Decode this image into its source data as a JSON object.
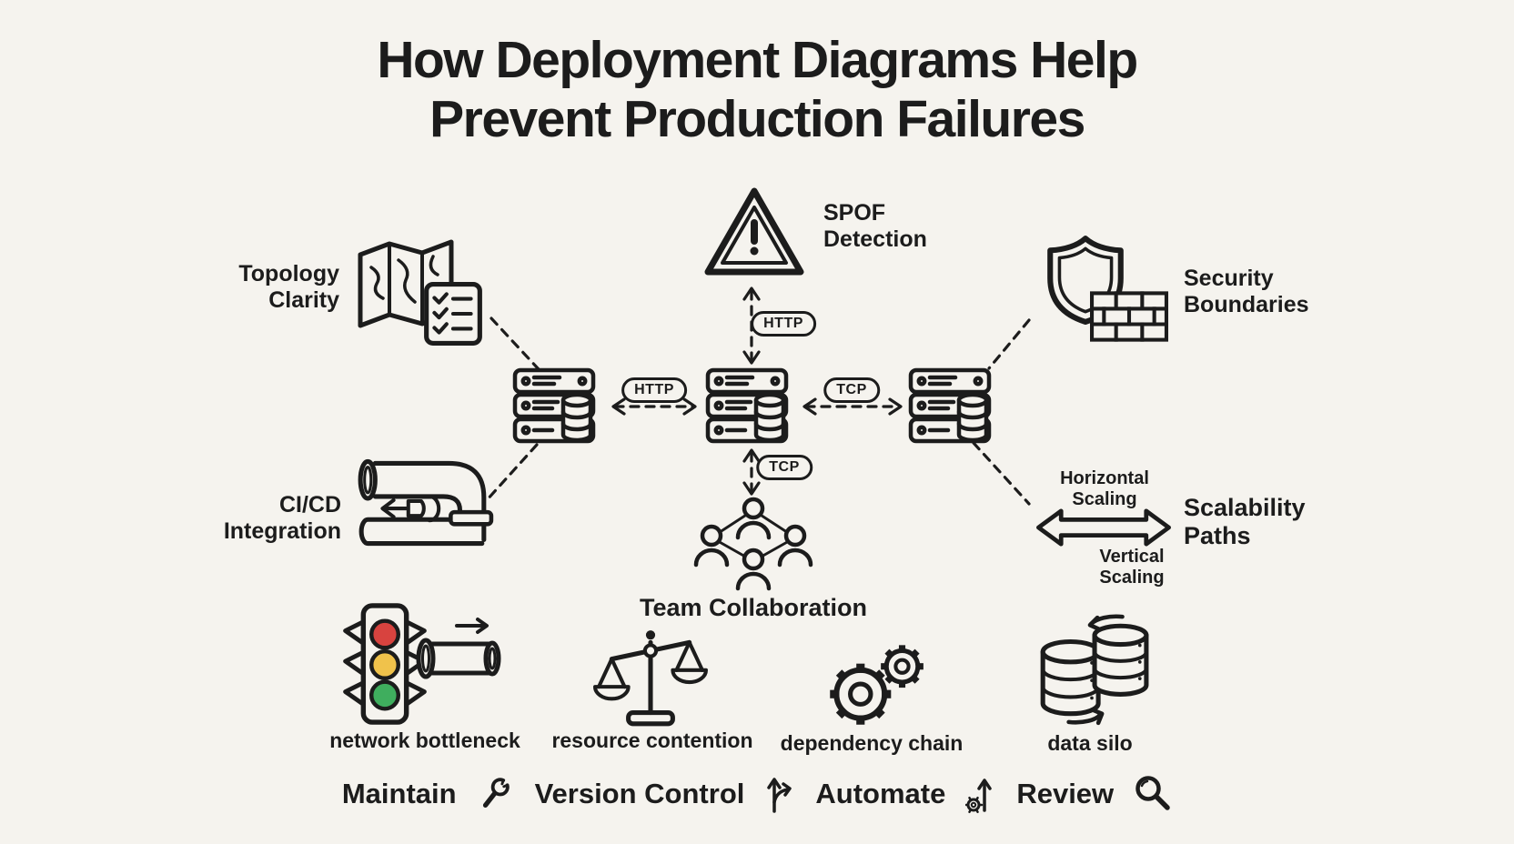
{
  "title": {
    "lines": [
      "How Deployment Diagrams Help",
      "Prevent Production Failures"
    ]
  },
  "connections": {
    "left_protocol": "HTTP",
    "right_protocol": "TCP",
    "top_protocol": "HTTP",
    "bottom_protocol": "TCP"
  },
  "benefits": {
    "topology": {
      "lines": [
        "Topology",
        "Clarity"
      ],
      "icons": [
        "map-icon",
        "checklist-icon"
      ]
    },
    "spof": {
      "lines": [
        "SPOF",
        "Detection"
      ],
      "icons": [
        "warning-triangle-icon"
      ]
    },
    "security": {
      "lines": [
        "Security",
        "Boundaries"
      ],
      "icons": [
        "shield-icon",
        "brick-wall-icon"
      ]
    },
    "cicd": {
      "lines": [
        "CI/CD",
        "Integration"
      ],
      "icons": [
        "pipeline-icon"
      ]
    },
    "team": {
      "label": "Team Collaboration",
      "icons": [
        "team-icon"
      ]
    },
    "scalability": {
      "lines": [
        "Scalability",
        "Paths"
      ],
      "horizontal_label": "Horizontal Scaling",
      "vertical_label": "Vertical Scaling",
      "icons": [
        "double-arrow-icon"
      ]
    }
  },
  "servers": {
    "count": 3,
    "icon": "server-stack-icon"
  },
  "risks": [
    {
      "label": "network bottleneck",
      "icon": "traffic-light-icon"
    },
    {
      "label": "resource contention",
      "icon": "scales-icon"
    },
    {
      "label": "dependency chain",
      "icon": "gears-icon"
    },
    {
      "label": "data silo",
      "icon": "data-silo-icon"
    }
  ],
  "practices": {
    "maintain": "Maintain",
    "version_control": "Version Control",
    "automate": "Automate",
    "review": "Review"
  },
  "colors": {
    "bg": "#f5f3ee",
    "ink": "#1c1c1c",
    "traffic_red": "#d8433f",
    "traffic_amber": "#f0c24b",
    "traffic_green": "#3fae5e"
  }
}
